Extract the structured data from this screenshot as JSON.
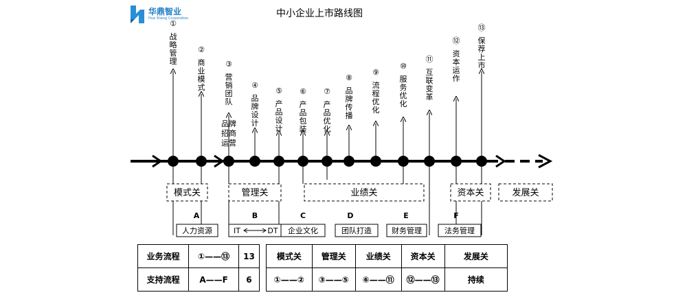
{
  "logo": {
    "name": "华鼎智业",
    "sub": "Hua Sheng Corporation"
  },
  "title": "中小企业上市路线图",
  "steps": [
    {
      "num": "①",
      "label": "战略管理"
    },
    {
      "num": "②",
      "label": "商业模式"
    },
    {
      "num": "③",
      "label": "营销团队",
      "label2": "品牌招商运营"
    },
    {
      "num": "④",
      "label": "品牌设计"
    },
    {
      "num": "⑤",
      "label": "产品设计"
    },
    {
      "num": "⑥",
      "label": "产品包装"
    },
    {
      "num": "⑦",
      "label": "产品优化"
    },
    {
      "num": "⑧",
      "label": "品牌传播"
    },
    {
      "num": "⑨",
      "label": "流程优化"
    },
    {
      "num": "⑩",
      "label": "服务优化"
    },
    {
      "num": "⑪",
      "label": "互联变革"
    },
    {
      "num": "⑫",
      "label": "资本运作"
    },
    {
      "num": "⑬",
      "label": "保荐上市"
    }
  ],
  "gates": [
    {
      "label": "模式关"
    },
    {
      "label": "管理关"
    },
    {
      "label": "业绩关"
    },
    {
      "label": "资本关"
    },
    {
      "label": "发展关"
    }
  ],
  "supports": [
    {
      "letter": "A",
      "label": "人力资源"
    },
    {
      "letter": "B",
      "label": "IT",
      "label2": "DT"
    },
    {
      "letter": "C",
      "label": "企业文化"
    },
    {
      "letter": "D",
      "label": "团队打造"
    },
    {
      "letter": "E",
      "label": "财务管理"
    },
    {
      "letter": "F",
      "label": "法务管理"
    }
  ],
  "table1": {
    "rows": [
      {
        "name": "业务流程",
        "range": "①——⑬",
        "count": "13"
      },
      {
        "name": "支持流程",
        "range": "A——F",
        "count": "6"
      }
    ]
  },
  "table2": {
    "headers": [
      "模式关",
      "管理关",
      "业绩关",
      "资本关",
      "发展关"
    ],
    "values": [
      "①——②",
      "③——⑤",
      "⑥——⑪",
      "⑫——⑬",
      "持续"
    ]
  }
}
